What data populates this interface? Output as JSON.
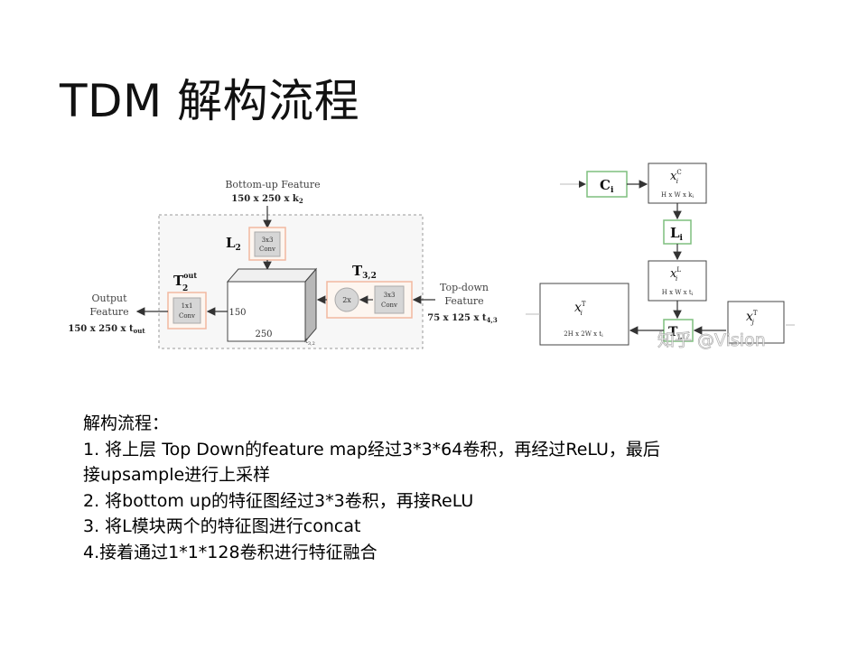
{
  "title": "TDM 解构流程",
  "left_figure": {
    "bottom_up_label": "Bottom-up Feature",
    "bottom_up_dims": "150 x 250 x k",
    "bottom_up_dims_sub": "2",
    "l_label": "L",
    "l_sub": "2",
    "l_conv_top": "3x3",
    "l_conv_bottom": "Conv",
    "t32_label": "T",
    "t32_sub": "3,2",
    "upsample": "2x",
    "t_conv_top": "3x3",
    "t_conv_bottom": "Conv",
    "topdown_label_1": "Top-down",
    "topdown_label_2": "Feature",
    "topdown_dims": "75 x 125 x t",
    "topdown_dims_sub": "4,3",
    "tout_label": "T",
    "tout_sup": "out",
    "tout_sub": "2",
    "out_conv_top": "1x1",
    "out_conv_bottom": "Conv",
    "output_label_1": "Output",
    "output_label_2": "Feature",
    "output_dims": "150 x 250 x t",
    "output_dims_sub": "out",
    "cube_h": "150",
    "cube_w": "250",
    "cube_depth": "t",
    "cube_depth_sub": "3,2"
  },
  "right_figure": {
    "c_label": "C",
    "c_sub": "i",
    "xc_label": "x",
    "xc_sup": "C",
    "xc_sub": "i",
    "xc_dims": "H x W x k",
    "xc_dims_sub": "i",
    "l_label": "L",
    "l_sub": "i",
    "xl_label": "x",
    "xl_sup": "L",
    "xl_sub": "i",
    "xl_dims": "H x W x t",
    "xl_dims_sub": "i",
    "xt_out_label": "x",
    "xt_out_sup": "T",
    "xt_out_sub": "i",
    "xt_out_dims": "2H x 2W x t",
    "xt_out_dims_sub": "i",
    "t_label": "T",
    "t_sub": "j,i",
    "xj_label": "x",
    "xj_sup": "T",
    "xj_sub": "j",
    "watermark": "知乎 @Vision"
  },
  "body": {
    "heading": "解构流程：",
    "lines": [
      "1.  将上层 Top Down的feature map经过3*3*64卷积，再经过ReLU，最后",
      "接upsample进行上采样",
      "2. 将bottom up的特征图经过3*3卷积，再接ReLU",
      "3. 将L模块两个的特征图进行concat",
      "4.接着通过1*1*128卷积进行特征融合"
    ]
  },
  "colors": {
    "conv_fill": "#d6d6d6",
    "orange_border": "#f2b8a0",
    "dash_border": "#888888",
    "green_border": "#7fbf7f",
    "pink_fill": "#fdf1ea"
  }
}
